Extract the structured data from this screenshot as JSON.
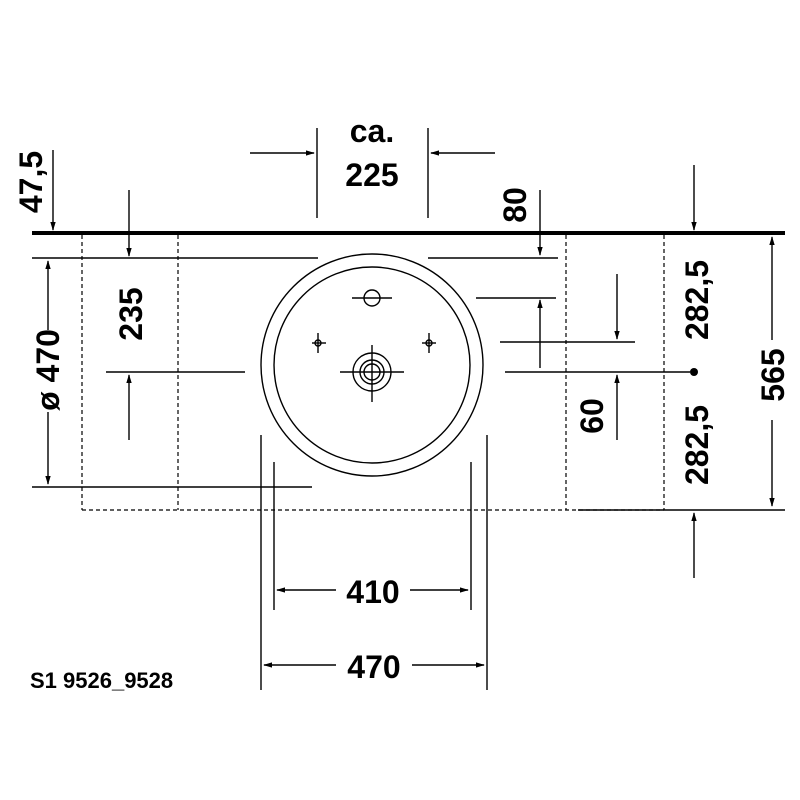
{
  "dimensions": {
    "clearance_top_line1": "ca.",
    "clearance_top_line2": "225",
    "wall_offset": "47,5",
    "tap_offset": "80",
    "half_depth_upper": "282,5",
    "half_depth_lower": "282,5",
    "total_depth": "565",
    "diameter_outer": "ø 470",
    "center_from_top": "235",
    "drain_offset": "60",
    "inner_width": "410",
    "outer_width": "470"
  },
  "drawing_code": "S1 9526_9528",
  "colors": {
    "line": "#000000",
    "background": "#ffffff"
  }
}
